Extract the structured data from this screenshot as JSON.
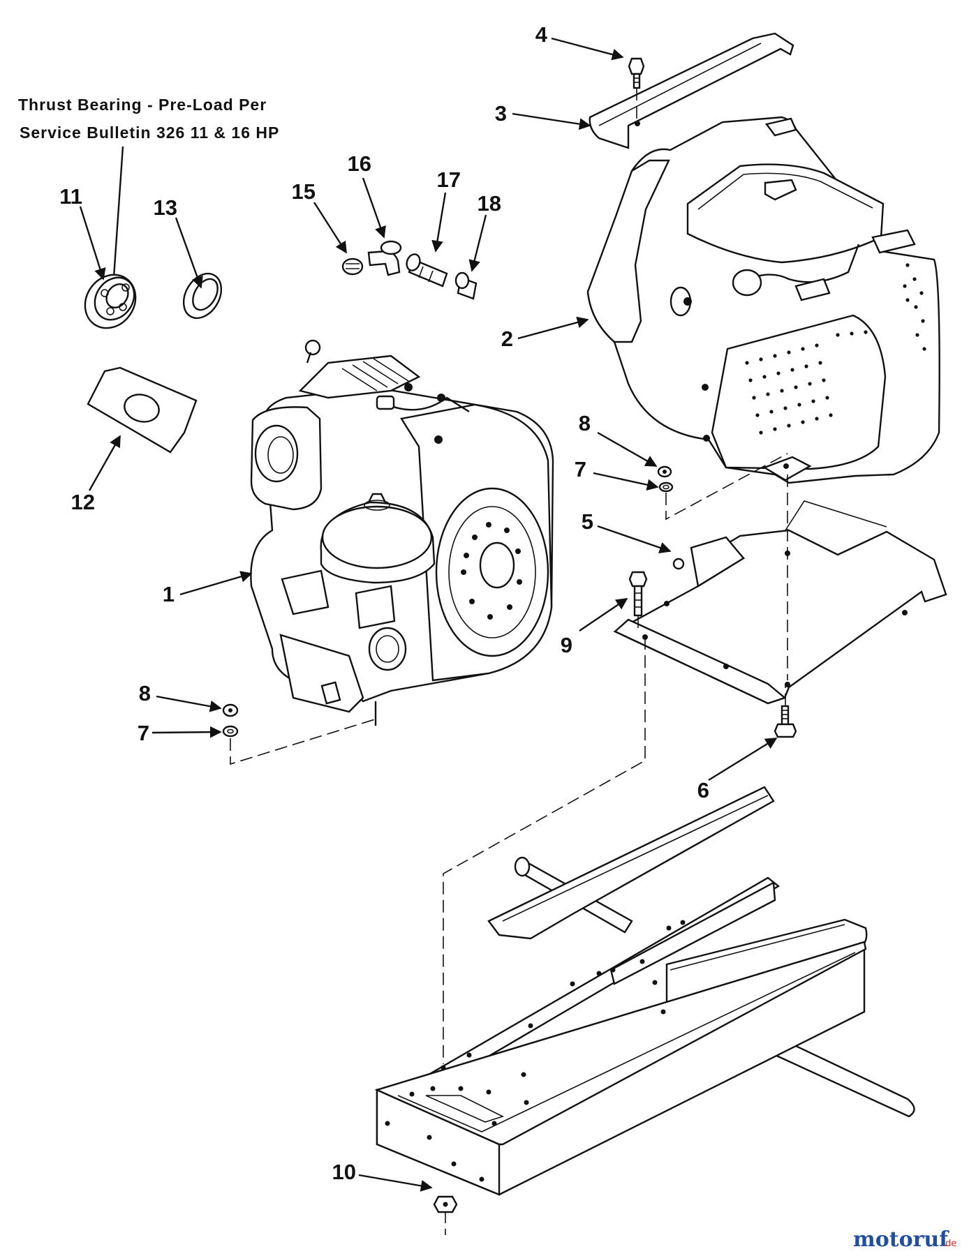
{
  "note": {
    "line1": "Thrust Bearing - Pre-Load Per",
    "line2": "Service Bulletin 326 11 & 16 HP"
  },
  "callouts": {
    "c1": "1",
    "c2": "2",
    "c3": "3",
    "c4": "4",
    "c5": "5",
    "c6": "6",
    "c7a": "7",
    "c7b": "7",
    "c8a": "8",
    "c8b": "8",
    "c9": "9",
    "c10": "10",
    "c11": "11",
    "c12": "12",
    "c13": "13",
    "c15": "15",
    "c16": "16",
    "c17": "17",
    "c18": "18"
  },
  "watermark": {
    "brand": "motoruf",
    "suffix": ".de"
  },
  "colors": {
    "ink": "#111111",
    "watermark_main": "#1f4f9f",
    "watermark_accent": "#d12b2b"
  }
}
